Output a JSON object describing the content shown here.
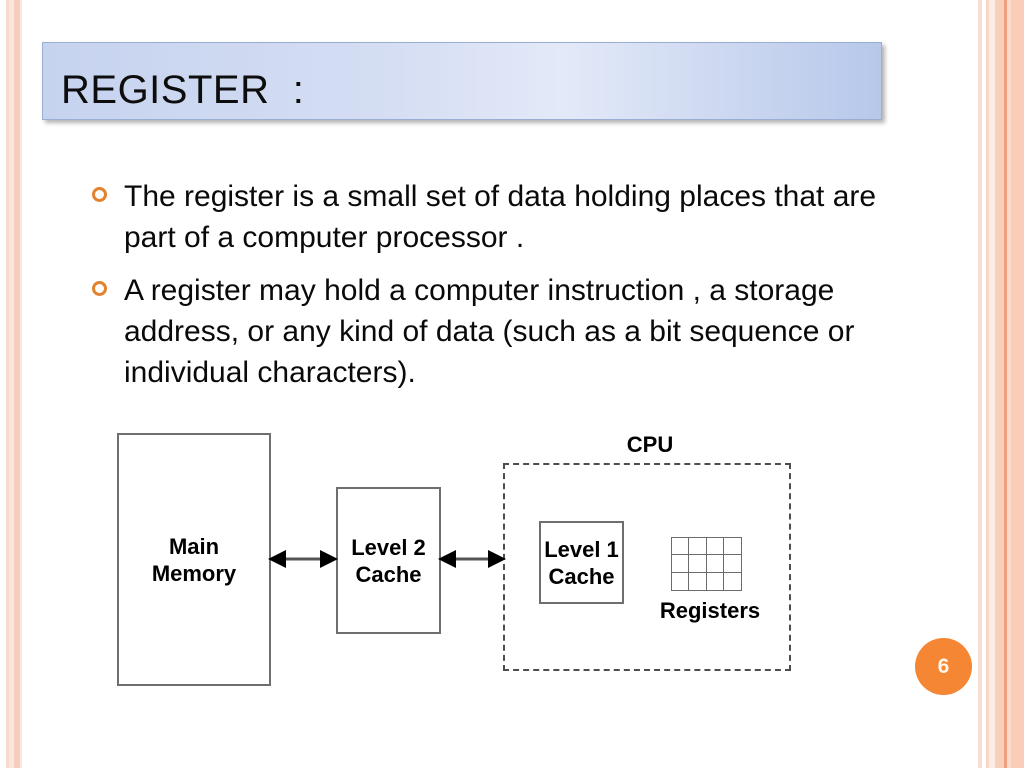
{
  "slide": {
    "title": "REGISTER  :",
    "page_number": "6",
    "accent_color": "#f58634",
    "title_bar_color": "#c6d3ef",
    "bullet_color": "#e3822f"
  },
  "bullets": [
    {
      "marker": "hollow-circle",
      "text": "The register is a small set of data holding places that are part of a computer processor ."
    },
    {
      "marker": "hollow-circle",
      "text": "A register may hold a computer instruction , a storage address, or any kind of data (such as a bit sequence or individual characters)."
    }
  ],
  "diagram": {
    "boxes": {
      "main_memory": "Main\nMemory",
      "main_memory_line1": "Main",
      "main_memory_line2": "Memory",
      "level2_cache_line1": "Level 2",
      "level2_cache_line2": "Cache",
      "level1_cache_line1": "Level 1",
      "level1_cache_line2": "Cache"
    },
    "cpu_label": "CPU",
    "registers_label": "Registers",
    "register_grid": {
      "columns": 4,
      "rows": 3
    },
    "arrows": [
      {
        "name": "main-memory-to-l2-cache",
        "style": "double-headed"
      },
      {
        "name": "l2-cache-to-cpu",
        "style": "double-headed"
      }
    ]
  }
}
